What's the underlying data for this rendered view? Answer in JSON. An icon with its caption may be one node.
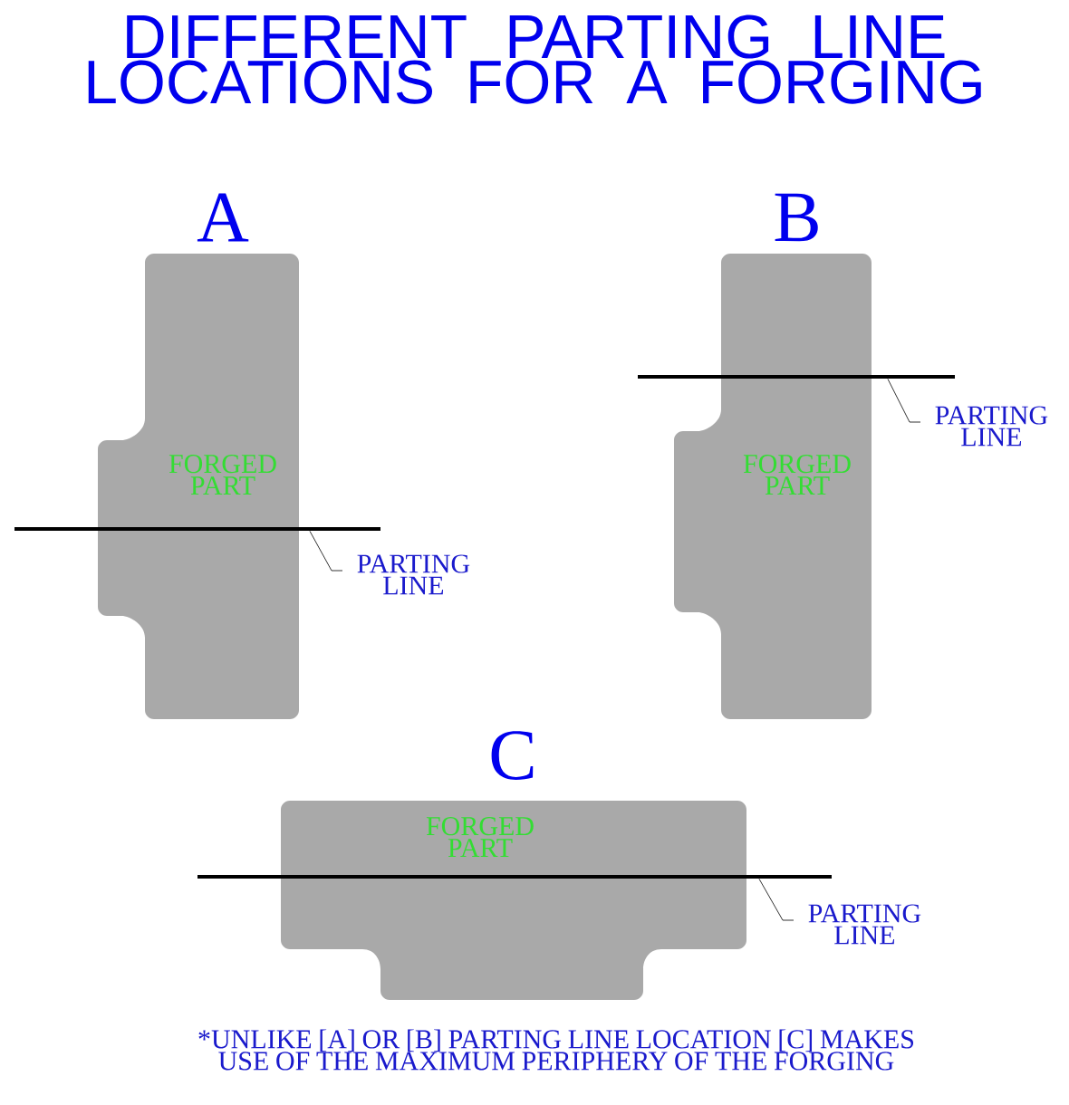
{
  "diagram": {
    "title": "DIFFERENT PARTING LINE LOCATIONS FOR A FORGING",
    "nodes": [
      {
        "text": [
          "FORGED PART"
        ],
        "beside": [
          "A"
        ]
      },
      {
        "text": [],
        "shape": "line"
      },
      {
        "text": [
          "PARTING LINE"
        ]
      },
      {
        "text": [
          "FORGED PART"
        ],
        "beside": [
          "B"
        ]
      },
      {
        "text": [],
        "shape": "line"
      },
      {
        "text": [
          "PARTING LINE"
        ]
      },
      {
        "text": [
          "FORGED PART"
        ],
        "beside": [
          "C"
        ]
      },
      {
        "text": [],
        "shape": "line"
      },
      {
        "text": [
          "PARTING LINE"
        ]
      }
    ],
    "edges": [
      {
        "from": 2,
        "to": 1,
        "arrow": "none"
      },
      {
        "from": 5,
        "to": 4,
        "arrow": "none"
      },
      {
        "from": 8,
        "to": 7,
        "arrow": "none"
      }
    ],
    "caption": "*UNLIKE [A] OR [B] PARTING LINE LOCATION [C] MAKES USE OF THE MAXIMUM PERIPHERY OF THE FORGING"
  }
}
